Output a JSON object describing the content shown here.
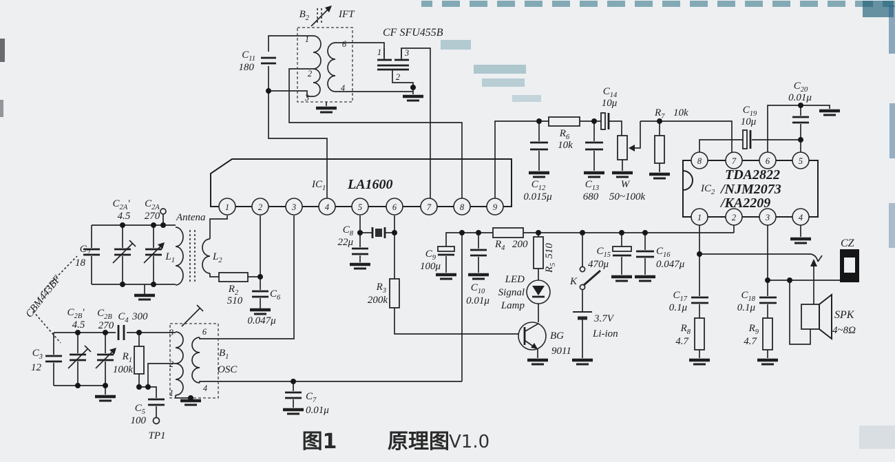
{
  "caption": {
    "fig": "图1",
    "title": "原理图",
    "ver": "V1.0"
  },
  "ic1": {
    "n": "IC",
    "s": "1",
    "part": "LA1600",
    "pins": [
      "1",
      "2",
      "3",
      "4",
      "5",
      "6",
      "7",
      "8",
      "9"
    ]
  },
  "ic2": {
    "n": "IC",
    "s": "2",
    "line1": "TDA2822",
    "line2": "/NJM2073",
    "line3": "/KA2209",
    "top": [
      "8",
      "7",
      "6",
      "5"
    ],
    "bottom": [
      "1",
      "2",
      "3",
      "4"
    ]
  },
  "b2": {
    "n": "B",
    "s": "2",
    "tag": "IFT",
    "p1": "1",
    "p2": "2",
    "p3": "3",
    "s6": "6",
    "s4": "4"
  },
  "b1": {
    "n": "B",
    "s": "1",
    "tag": "OSC",
    "p3": "3",
    "p2": "2",
    "p1": "1",
    "s6": "6",
    "s4": "4"
  },
  "cf": {
    "label": "CF SFU455B",
    "p1": "1",
    "p3": "3",
    "p2": "2"
  },
  "c": {
    "c2": {
      "n": "C",
      "s": "2",
      "v": "18"
    },
    "c2at": {
      "n": "C",
      "s": "2A",
      "p": "'",
      "v": "4.5"
    },
    "c2a": {
      "n": "C",
      "s": "2A",
      "v": "270"
    },
    "c3": {
      "n": "C",
      "s": "3",
      "v": "12"
    },
    "c2bt": {
      "n": "C",
      "s": "2B",
      "p": "'",
      "v": "4.5"
    },
    "c2b": {
      "n": "C",
      "s": "2B",
      "v": "270"
    },
    "c4": {
      "n": "C",
      "s": "4",
      "v": "300"
    },
    "c5": {
      "n": "C",
      "s": "5",
      "v": "100"
    },
    "c6": {
      "n": "C",
      "s": "6",
      "v": "0.047μ"
    },
    "c7": {
      "n": "C",
      "s": "7",
      "v": "0.01μ"
    },
    "c8": {
      "n": "C",
      "s": "8",
      "v": "22μ"
    },
    "c9": {
      "n": "C",
      "s": "9",
      "v": "100μ"
    },
    "c10": {
      "n": "C",
      "s": "10",
      "v": "0.01μ"
    },
    "c11": {
      "n": "C",
      "s": "11",
      "v": "180"
    },
    "c12": {
      "n": "C",
      "s": "12",
      "v": "0.015μ"
    },
    "c13": {
      "n": "C",
      "s": "13",
      "v": "680"
    },
    "c14": {
      "n": "C",
      "s": "14",
      "v": "10μ"
    },
    "c15": {
      "n": "C",
      "s": "15",
      "v": "470μ"
    },
    "c16": {
      "n": "C",
      "s": "16",
      "v": "0.047μ"
    },
    "c17": {
      "n": "C",
      "s": "17",
      "v": "0.1μ"
    },
    "c18": {
      "n": "C",
      "s": "18",
      "v": "0.1μ"
    },
    "c19": {
      "n": "C",
      "s": "19",
      "v": "10μ"
    },
    "c20": {
      "n": "C",
      "s": "20",
      "v": "0.01μ"
    },
    "r1": {
      "n": "R",
      "s": "1",
      "v": "100k"
    },
    "r2": {
      "n": "R",
      "s": "2",
      "v": "510"
    },
    "r3": {
      "n": "R",
      "s": "3",
      "v": "200k"
    },
    "r4": {
      "n": "R",
      "s": "4",
      "v": "200"
    },
    "r5": {
      "n": "R",
      "s": "5",
      "v": "510"
    },
    "r6": {
      "n": "R",
      "s": "6",
      "v": "10k"
    },
    "r7": {
      "n": "R",
      "s": "7",
      "v": "10k"
    },
    "r8": {
      "n": "R",
      "s": "8",
      "v": "4.7"
    },
    "r9": {
      "n": "R",
      "s": "9",
      "v": "4.7"
    },
    "w": {
      "n": "W",
      "v": "50~100k"
    },
    "l1": {
      "n": "L",
      "s": "1"
    },
    "l2": {
      "n": "L",
      "s": "2"
    }
  },
  "misc": {
    "antena": "Antena",
    "gang": "CBM443BF",
    "k": "K",
    "batt_v": "3.7V",
    "batt_type": "Li-ion",
    "led1": "LED",
    "led2": "Signal",
    "led3": "Lamp",
    "bg": "BG",
    "bg_part": "9011",
    "cz": "CZ",
    "spk": "SPK",
    "spk_v": "4~8Ω",
    "tp": "TP1"
  }
}
